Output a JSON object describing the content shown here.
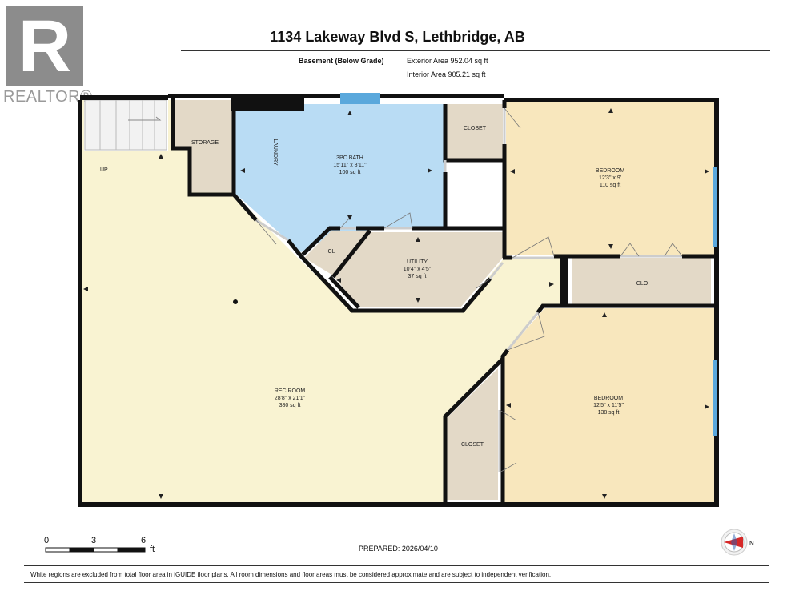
{
  "logo": {
    "letter": "R",
    "wordmark": "REALTOR®"
  },
  "title": "1134 Lakeway Blvd S, Lethbridge, AB",
  "level": "Basement (Below Grade)",
  "exterior_area": "Exterior Area 952.04 sq ft",
  "interior_area": "Interior Area 905.21 sq ft",
  "rooms": {
    "stairs_up": "UP",
    "storage": {
      "name": "STORAGE"
    },
    "laundry": {
      "name": "LAUNDRY"
    },
    "bath": {
      "name": "3PC BATH",
      "dims": "15'11\" x 8'11\"",
      "area": "100 sq ft"
    },
    "closet_top": {
      "name": "CLOSET"
    },
    "bedroom1": {
      "name": "BEDROOM",
      "dims": "12'3\" x 9'",
      "area": "110 sq ft"
    },
    "cl": {
      "name": "CL"
    },
    "utility": {
      "name": "UTILITY",
      "dims": "10'4\" x 4'5\"",
      "area": "37 sq ft"
    },
    "clo": {
      "name": "CLO"
    },
    "rec_room": {
      "name": "REC ROOM",
      "dims": "28'8\" x 21'1\"",
      "area": "380 sq ft"
    },
    "bedroom2": {
      "name": "BEDROOM",
      "dims": "12'5\" x 11'5\"",
      "area": "138 sq ft"
    },
    "closet_bottom": {
      "name": "CLOSET"
    }
  },
  "scale": {
    "t0": "0",
    "t1": "3",
    "t2": "6",
    "unit": "ft"
  },
  "prepared": "PREPARED: 2026/04/10",
  "compass": "N",
  "disclaimer": "White regions are excluded from total floor area in iGUIDE floor plans. All room dimensions and floor areas must be considered approximate and are subject to independent verification.",
  "colors": {
    "rec": "#f9f3d2",
    "bedroom": "#f8e7bd",
    "bath": "#b9dcf4",
    "tan": "#e3d9c7",
    "wall": "#111111",
    "window": "#5aa8dc"
  }
}
